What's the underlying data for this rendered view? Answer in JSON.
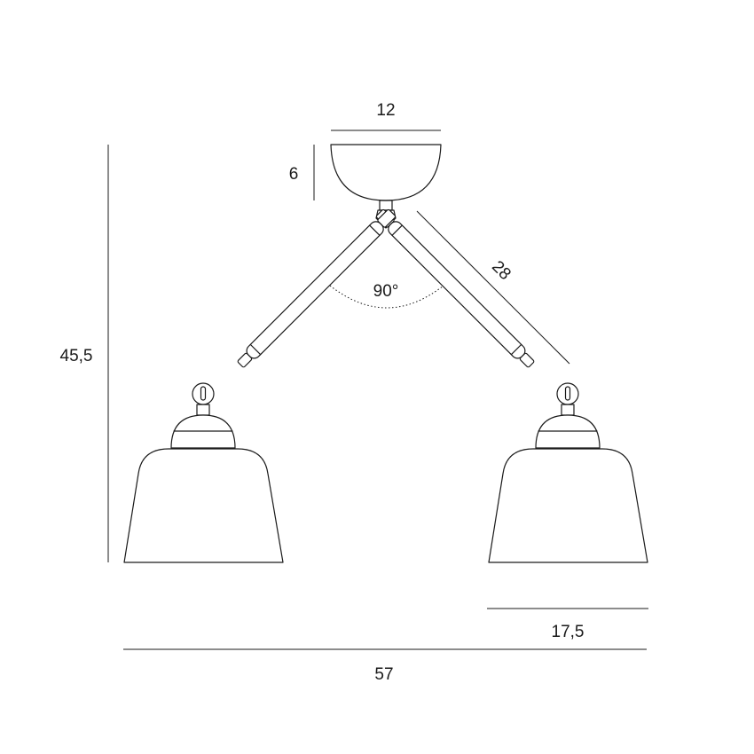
{
  "dimensions": {
    "canopy_width": "12",
    "canopy_height": "6",
    "arm_length": "28",
    "arm_angle": "90°",
    "total_height": "45,5",
    "shade_width": "17,5",
    "total_width": "57"
  }
}
